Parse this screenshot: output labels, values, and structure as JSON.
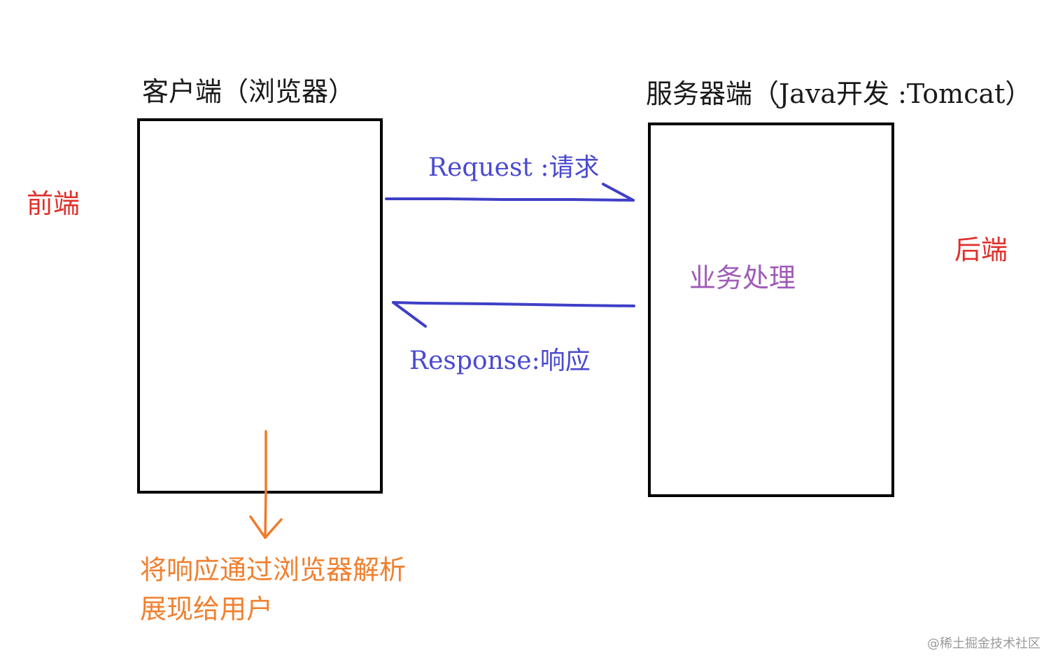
{
  "client": {
    "title": "客户端（浏览器）"
  },
  "server": {
    "title": "服务器端（Java开发 :Tomcat）",
    "processing_label": "业务处理"
  },
  "labels": {
    "frontend": "前端",
    "backend": "后端",
    "request": "Request :请求",
    "response": "Response:响应",
    "render_line1": "将响应通过浏览器解析",
    "render_line2": "展现给用户"
  },
  "watermark": "@稀土掘金技术社区",
  "colors": {
    "box_border": "#000000",
    "request_arrow": "#3f3fc8",
    "response_arrow": "#3f3fc8",
    "render_arrow": "#f07a2a",
    "side_labels": "#e0302b",
    "processing": "#a05ab8",
    "render_text": "#f08030"
  }
}
